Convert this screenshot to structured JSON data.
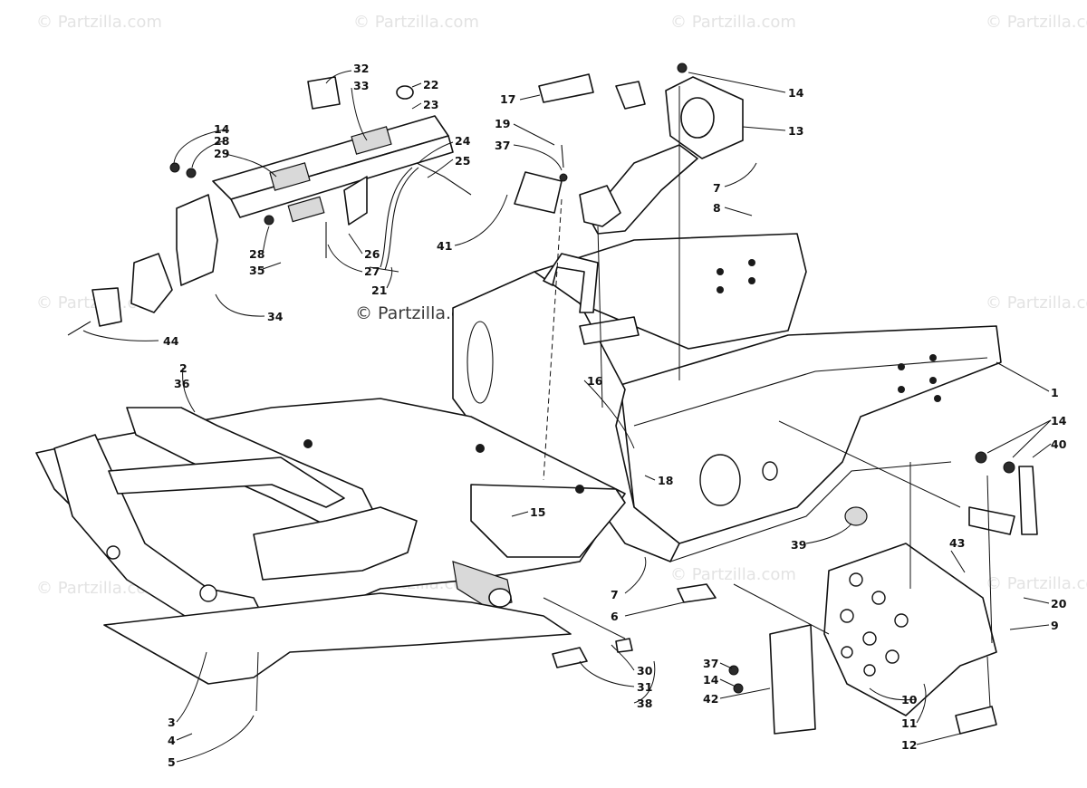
{
  "watermark": {
    "text": "© Partzilla.com"
  },
  "callouts": [
    {
      "id": "c14a",
      "label": "14"
    },
    {
      "id": "c28a",
      "label": "28"
    },
    {
      "id": "c29",
      "label": "29"
    },
    {
      "id": "c32",
      "label": "32"
    },
    {
      "id": "c33",
      "label": "33"
    },
    {
      "id": "c22",
      "label": "22"
    },
    {
      "id": "c23",
      "label": "23"
    },
    {
      "id": "c24",
      "label": "24"
    },
    {
      "id": "c25",
      "label": "25"
    },
    {
      "id": "c26",
      "label": "26"
    },
    {
      "id": "c27",
      "label": "27"
    },
    {
      "id": "c28b",
      "label": "28"
    },
    {
      "id": "c35",
      "label": "35"
    },
    {
      "id": "c21",
      "label": "21"
    },
    {
      "id": "c34",
      "label": "34"
    },
    {
      "id": "c44",
      "label": "44"
    },
    {
      "id": "c2",
      "label": "2"
    },
    {
      "id": "c36",
      "label": "36"
    },
    {
      "id": "c17",
      "label": "17"
    },
    {
      "id": "c19",
      "label": "19"
    },
    {
      "id": "c37a",
      "label": "37"
    },
    {
      "id": "c41",
      "label": "41"
    },
    {
      "id": "c14b",
      "label": "14"
    },
    {
      "id": "c13",
      "label": "13"
    },
    {
      "id": "c7a",
      "label": "7"
    },
    {
      "id": "c8",
      "label": "8"
    },
    {
      "id": "c1",
      "label": "1"
    },
    {
      "id": "c16",
      "label": "16"
    },
    {
      "id": "c18",
      "label": "18"
    },
    {
      "id": "c15",
      "label": "15"
    },
    {
      "id": "c14c",
      "label": "14"
    },
    {
      "id": "c40",
      "label": "40"
    },
    {
      "id": "c39",
      "label": "39"
    },
    {
      "id": "c43",
      "label": "43"
    },
    {
      "id": "c20",
      "label": "20"
    },
    {
      "id": "c9",
      "label": "9"
    },
    {
      "id": "c7b",
      "label": "7"
    },
    {
      "id": "c6",
      "label": "6"
    },
    {
      "id": "c30",
      "label": "30"
    },
    {
      "id": "c31",
      "label": "31"
    },
    {
      "id": "c38",
      "label": "38"
    },
    {
      "id": "c37b",
      "label": "37"
    },
    {
      "id": "c14d",
      "label": "14"
    },
    {
      "id": "c42",
      "label": "42"
    },
    {
      "id": "c10",
      "label": "10"
    },
    {
      "id": "c11",
      "label": "11"
    },
    {
      "id": "c12",
      "label": "12"
    },
    {
      "id": "c3",
      "label": "3"
    },
    {
      "id": "c4",
      "label": "4"
    },
    {
      "id": "c5",
      "label": "5"
    }
  ]
}
